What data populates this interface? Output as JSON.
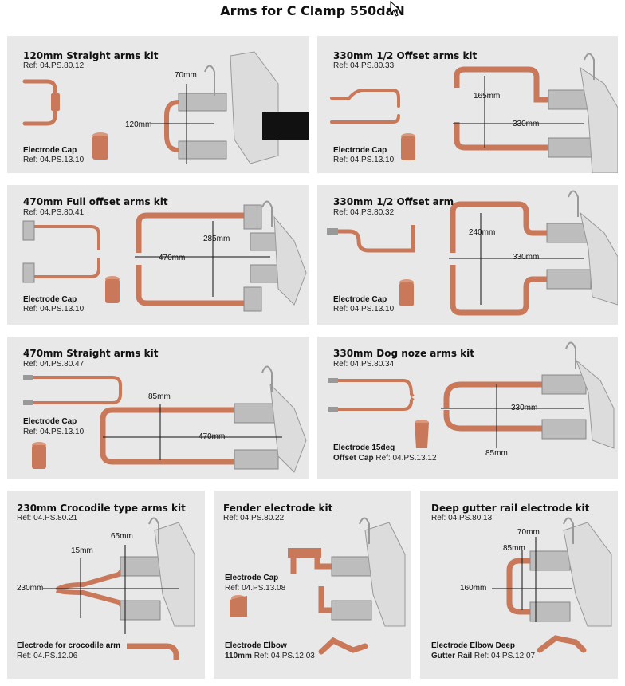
{
  "page": {
    "title": "Arms for C Clamp 550daN"
  },
  "panels": {
    "p1": {
      "title": "120mm Straight arms kit",
      "ref": "Ref: 04.PS.80.12",
      "cap_title": "Electrode Cap",
      "cap_ref": "Ref: 04.PS.13.10",
      "dim_a": "70mm",
      "dim_b": "120mm"
    },
    "p2": {
      "title": "330mm 1/2 Offset arms kit",
      "ref": "Ref: 04.PS.80.33",
      "cap_title": "Electrode Cap",
      "cap_ref": "Ref: 04.PS.13.10",
      "dim_a": "165mm",
      "dim_b": "330mm"
    },
    "p3": {
      "title": "470mm Full offset arms kit",
      "ref": "Ref: 04.PS.80.41",
      "cap_title": "Electrode Cap",
      "cap_ref": "Ref: 04.PS.13.10",
      "dim_a": "285mm",
      "dim_b": "470mm"
    },
    "p4": {
      "title": "330mm 1/2 Offset arm",
      "ref": "Ref: 04.PS.80.32",
      "cap_title": "Electrode Cap",
      "cap_ref": "Ref: 04.PS.13.10",
      "dim_a": "240mm",
      "dim_b": "330mm"
    },
    "p5": {
      "title": "470mm Straight arms kit",
      "ref": "Ref: 04.PS.80.47",
      "cap_title": "Electrode Cap",
      "cap_ref": "Ref: 04.PS.13.10",
      "dim_a": "85mm",
      "dim_b": "470mm"
    },
    "p6": {
      "title": "330mm Dog noze arms kit",
      "ref": "Ref: 04.PS.80.34",
      "cap_title": "Electrode 15deg",
      "cap_ref_label": "Offset Cap",
      "cap_ref": "Ref: 04.PS.13.12",
      "dim_a": "330mm",
      "dim_b": "85mm"
    },
    "p7": {
      "title": "230mm Crocodile type arms kit",
      "ref": "Ref: 04.PS.80.21",
      "cap_title": "Electrode for crocodile arm",
      "cap_ref": "Ref: 04.PS.12.06",
      "dim_a": "15mm",
      "dim_b": "65mm",
      "dim_c": "230mm"
    },
    "p8": {
      "title": "Fender electrode kit",
      "ref": "Ref: 04.PS.80.22",
      "cap_title": "Electrode Cap",
      "cap_ref": "Ref: 04.PS.13.08",
      "elbow_title": "Electrode Elbow",
      "elbow_ref_label": "110mm",
      "elbow_ref": "Ref: 04.PS.12.03"
    },
    "p9": {
      "title": "Deep gutter rail electrode kit",
      "ref": "Ref: 04.PS.80.13",
      "cap_title": "Electrode Elbow Deep",
      "cap_ref_label": "Gutter Rail",
      "cap_ref": "Ref: 04.PS.12.07",
      "dim_a": "70mm",
      "dim_b": "85mm",
      "dim_c": "160mm"
    }
  },
  "colors": {
    "panel_bg": "#e8e8e8",
    "copper": "#c9785a",
    "copper_dark": "#a9553a",
    "metal": "#b9b9b9"
  }
}
